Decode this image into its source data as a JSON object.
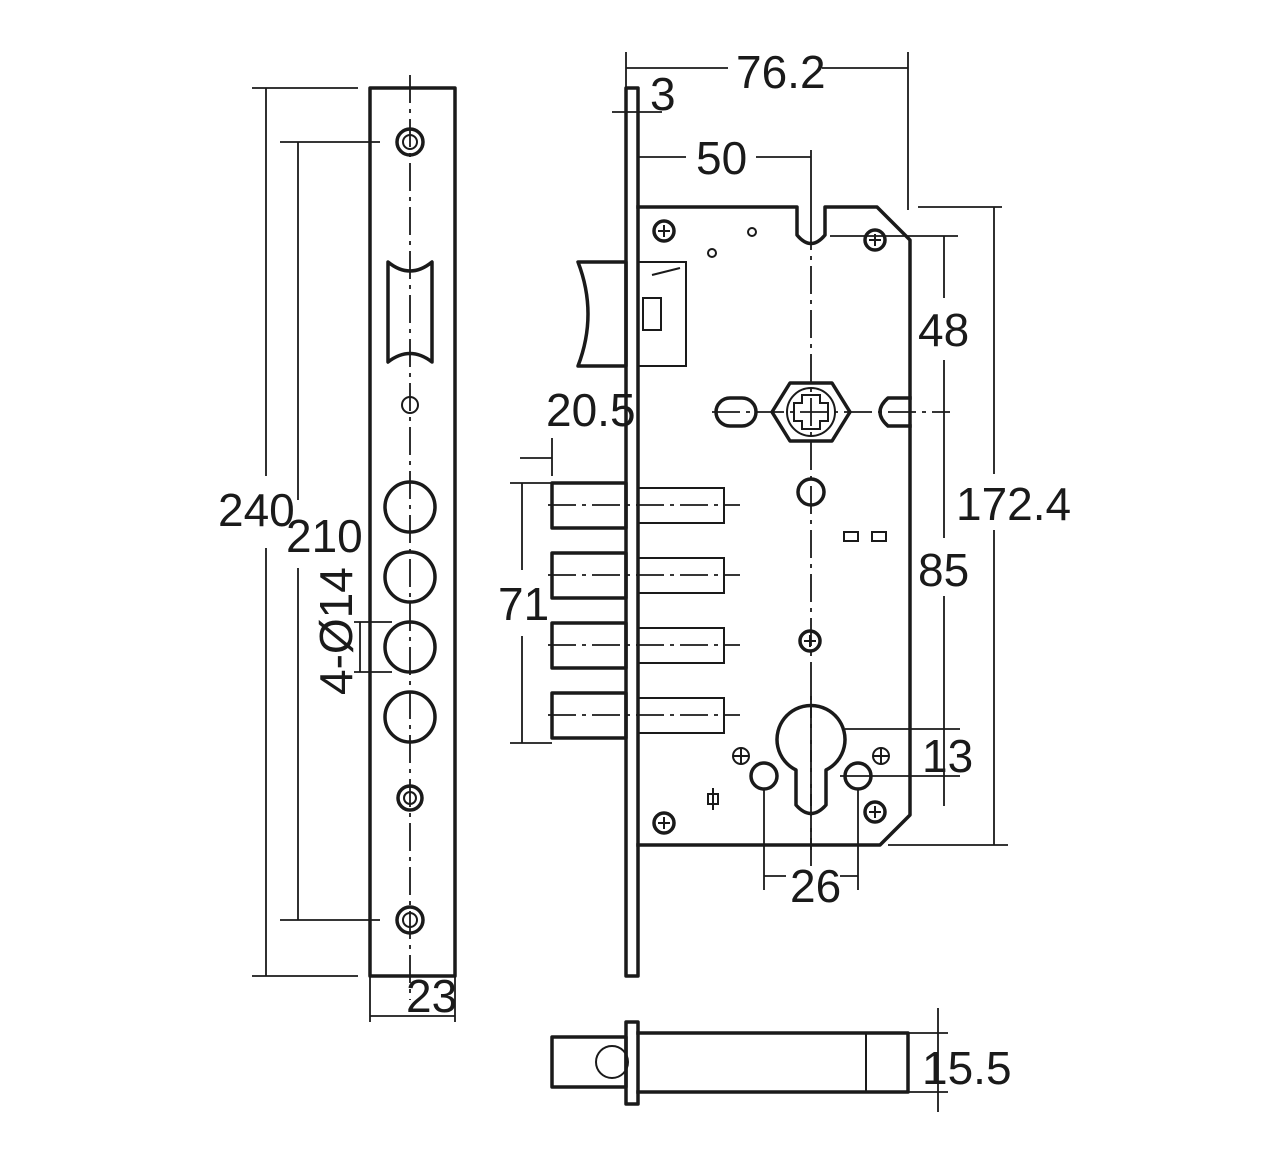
{
  "dimensions": {
    "total_length": "240",
    "screw_spacing": "210",
    "hole_spec": "4-Ø14",
    "faceplate_width": "23",
    "overall_width": "76.2",
    "faceplate_thickness": "3",
    "backset": "50",
    "bolt_projection": "20.5",
    "bolt_span": "71",
    "spindle_offset": "48",
    "case_height": "172.4",
    "centre_distance": "85",
    "cylinder_offset": "13",
    "fixing_spacing": "26",
    "case_thickness": "15.5"
  },
  "colors": {
    "ink": "#1a1a1a",
    "paper": "#ffffff"
  }
}
